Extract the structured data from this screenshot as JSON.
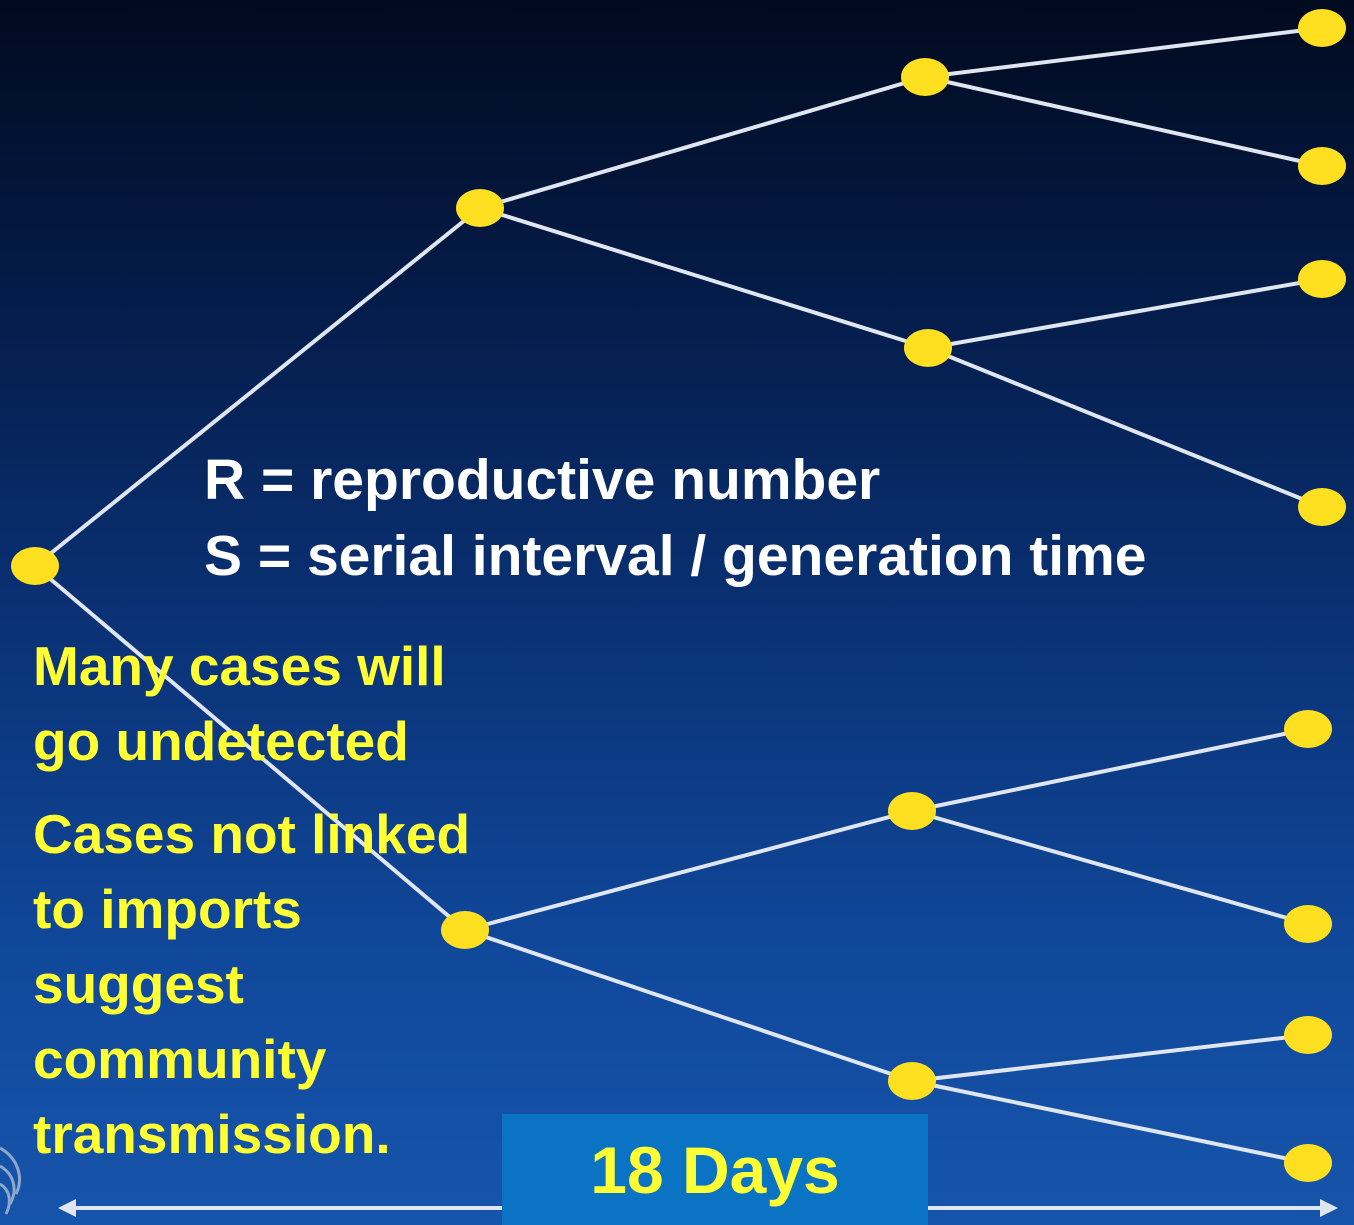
{
  "legend": {
    "r_line": "R = reproductive number",
    "s_line": "S = serial interval / generation time"
  },
  "notes": {
    "undetected": [
      "Many cases will",
      "go undetected"
    ],
    "community": [
      "Cases not linked",
      "to imports",
      "suggest",
      "community",
      "transmission."
    ]
  },
  "timeline": {
    "label": "18 Days"
  },
  "colors": {
    "node": "#ffe020",
    "edge": "#dfe6ef",
    "note_text": "#ffff33",
    "legend_text": "#ffffff",
    "days_box": "#0a73c3"
  }
}
